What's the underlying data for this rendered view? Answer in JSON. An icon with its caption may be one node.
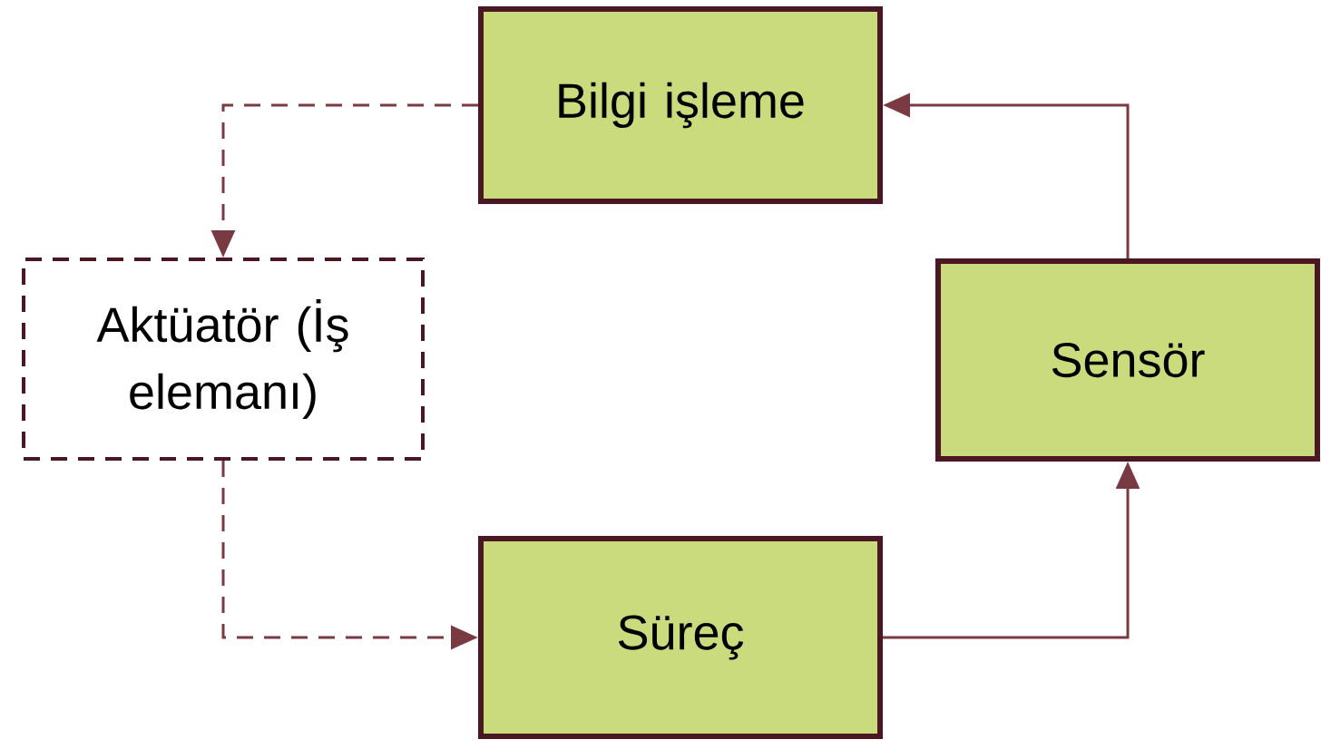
{
  "diagram": {
    "nodes": [
      {
        "text": [
          "Bilgi işleme"
        ]
      },
      {
        "text": [
          "Aktüatör (İş elemanı)"
        ]
      },
      {
        "text": [
          "Süreç"
        ]
      },
      {
        "text": [
          "Sensör"
        ]
      }
    ],
    "edges": [
      {
        "from": 0,
        "to": 1,
        "arrow": "to",
        "style": "dashed"
      },
      {
        "from": 1,
        "to": 2,
        "arrow": "to",
        "style": "dashed"
      },
      {
        "from": 2,
        "to": 3,
        "arrow": "to"
      },
      {
        "from": 3,
        "to": 0,
        "arrow": "to"
      }
    ]
  }
}
